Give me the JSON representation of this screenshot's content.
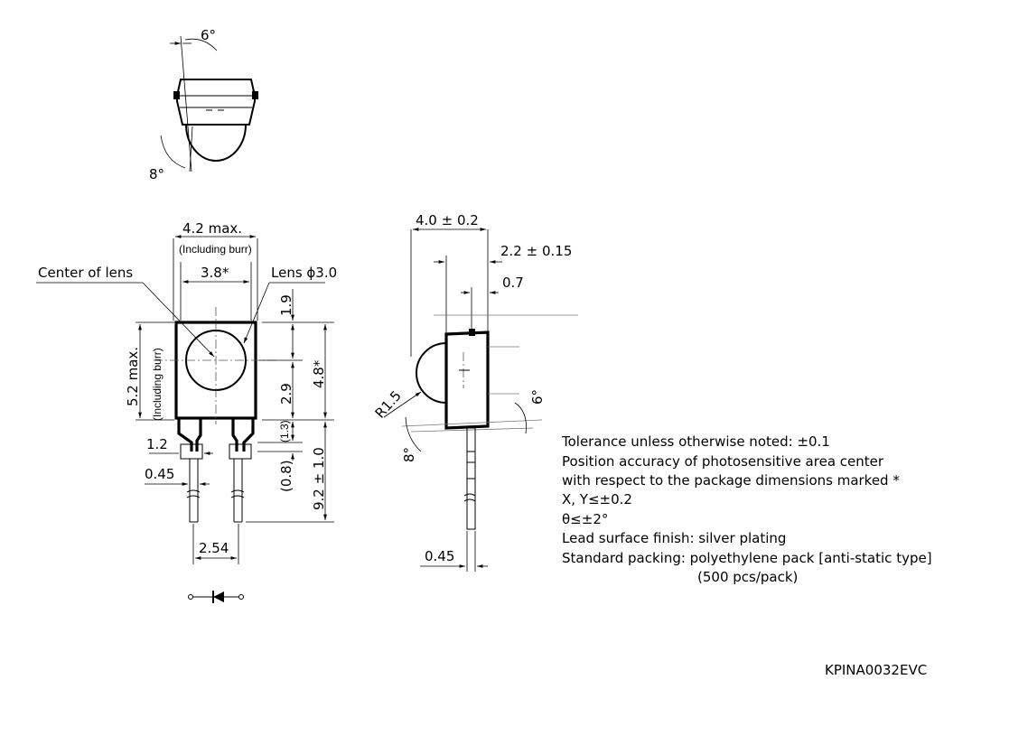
{
  "top_view": {
    "angle_top": "6°",
    "angle_bottom": "8°"
  },
  "front_view": {
    "width_max": "4.2 max.",
    "width_note": "(Including burr)",
    "center_of_lens": "Center of lens",
    "width_inner": "3.8*",
    "lens": "Lens ϕ3.0",
    "height_max": "5.2 max.",
    "height_note": "(Including burr)",
    "dim_1_9": "1.9",
    "dim_2_9": "2.9",
    "dim_4_8": "4.8*",
    "dim_1_3": "(1.3)",
    "dim_0_8": "(0.8)",
    "dim_9_2": "9.2 ± 1.0",
    "dim_1_2": "1.2",
    "dim_0_45": "0.45",
    "pitch": "2.54"
  },
  "side_view": {
    "depth": "4.0 ± 0.2",
    "lens_offset": "2.2 ± 0.15",
    "flange": "0.7",
    "radius": "R1.5",
    "angle_right": "6°",
    "angle_left": "8°",
    "lead": "0.45"
  },
  "notes": [
    "Tolerance unless otherwise noted: ±0.1",
    "Position accuracy of photosensitive area center",
    "with respect to the package dimensions marked *",
    "X, Y≤±0.2",
    "θ≤±2°",
    "Lead surface finish: silver plating",
    "Standard packing: polyethylene pack [anti-static type]",
    "(500 pcs/pack)"
  ],
  "drawing_code": "KPINA0032EVC"
}
